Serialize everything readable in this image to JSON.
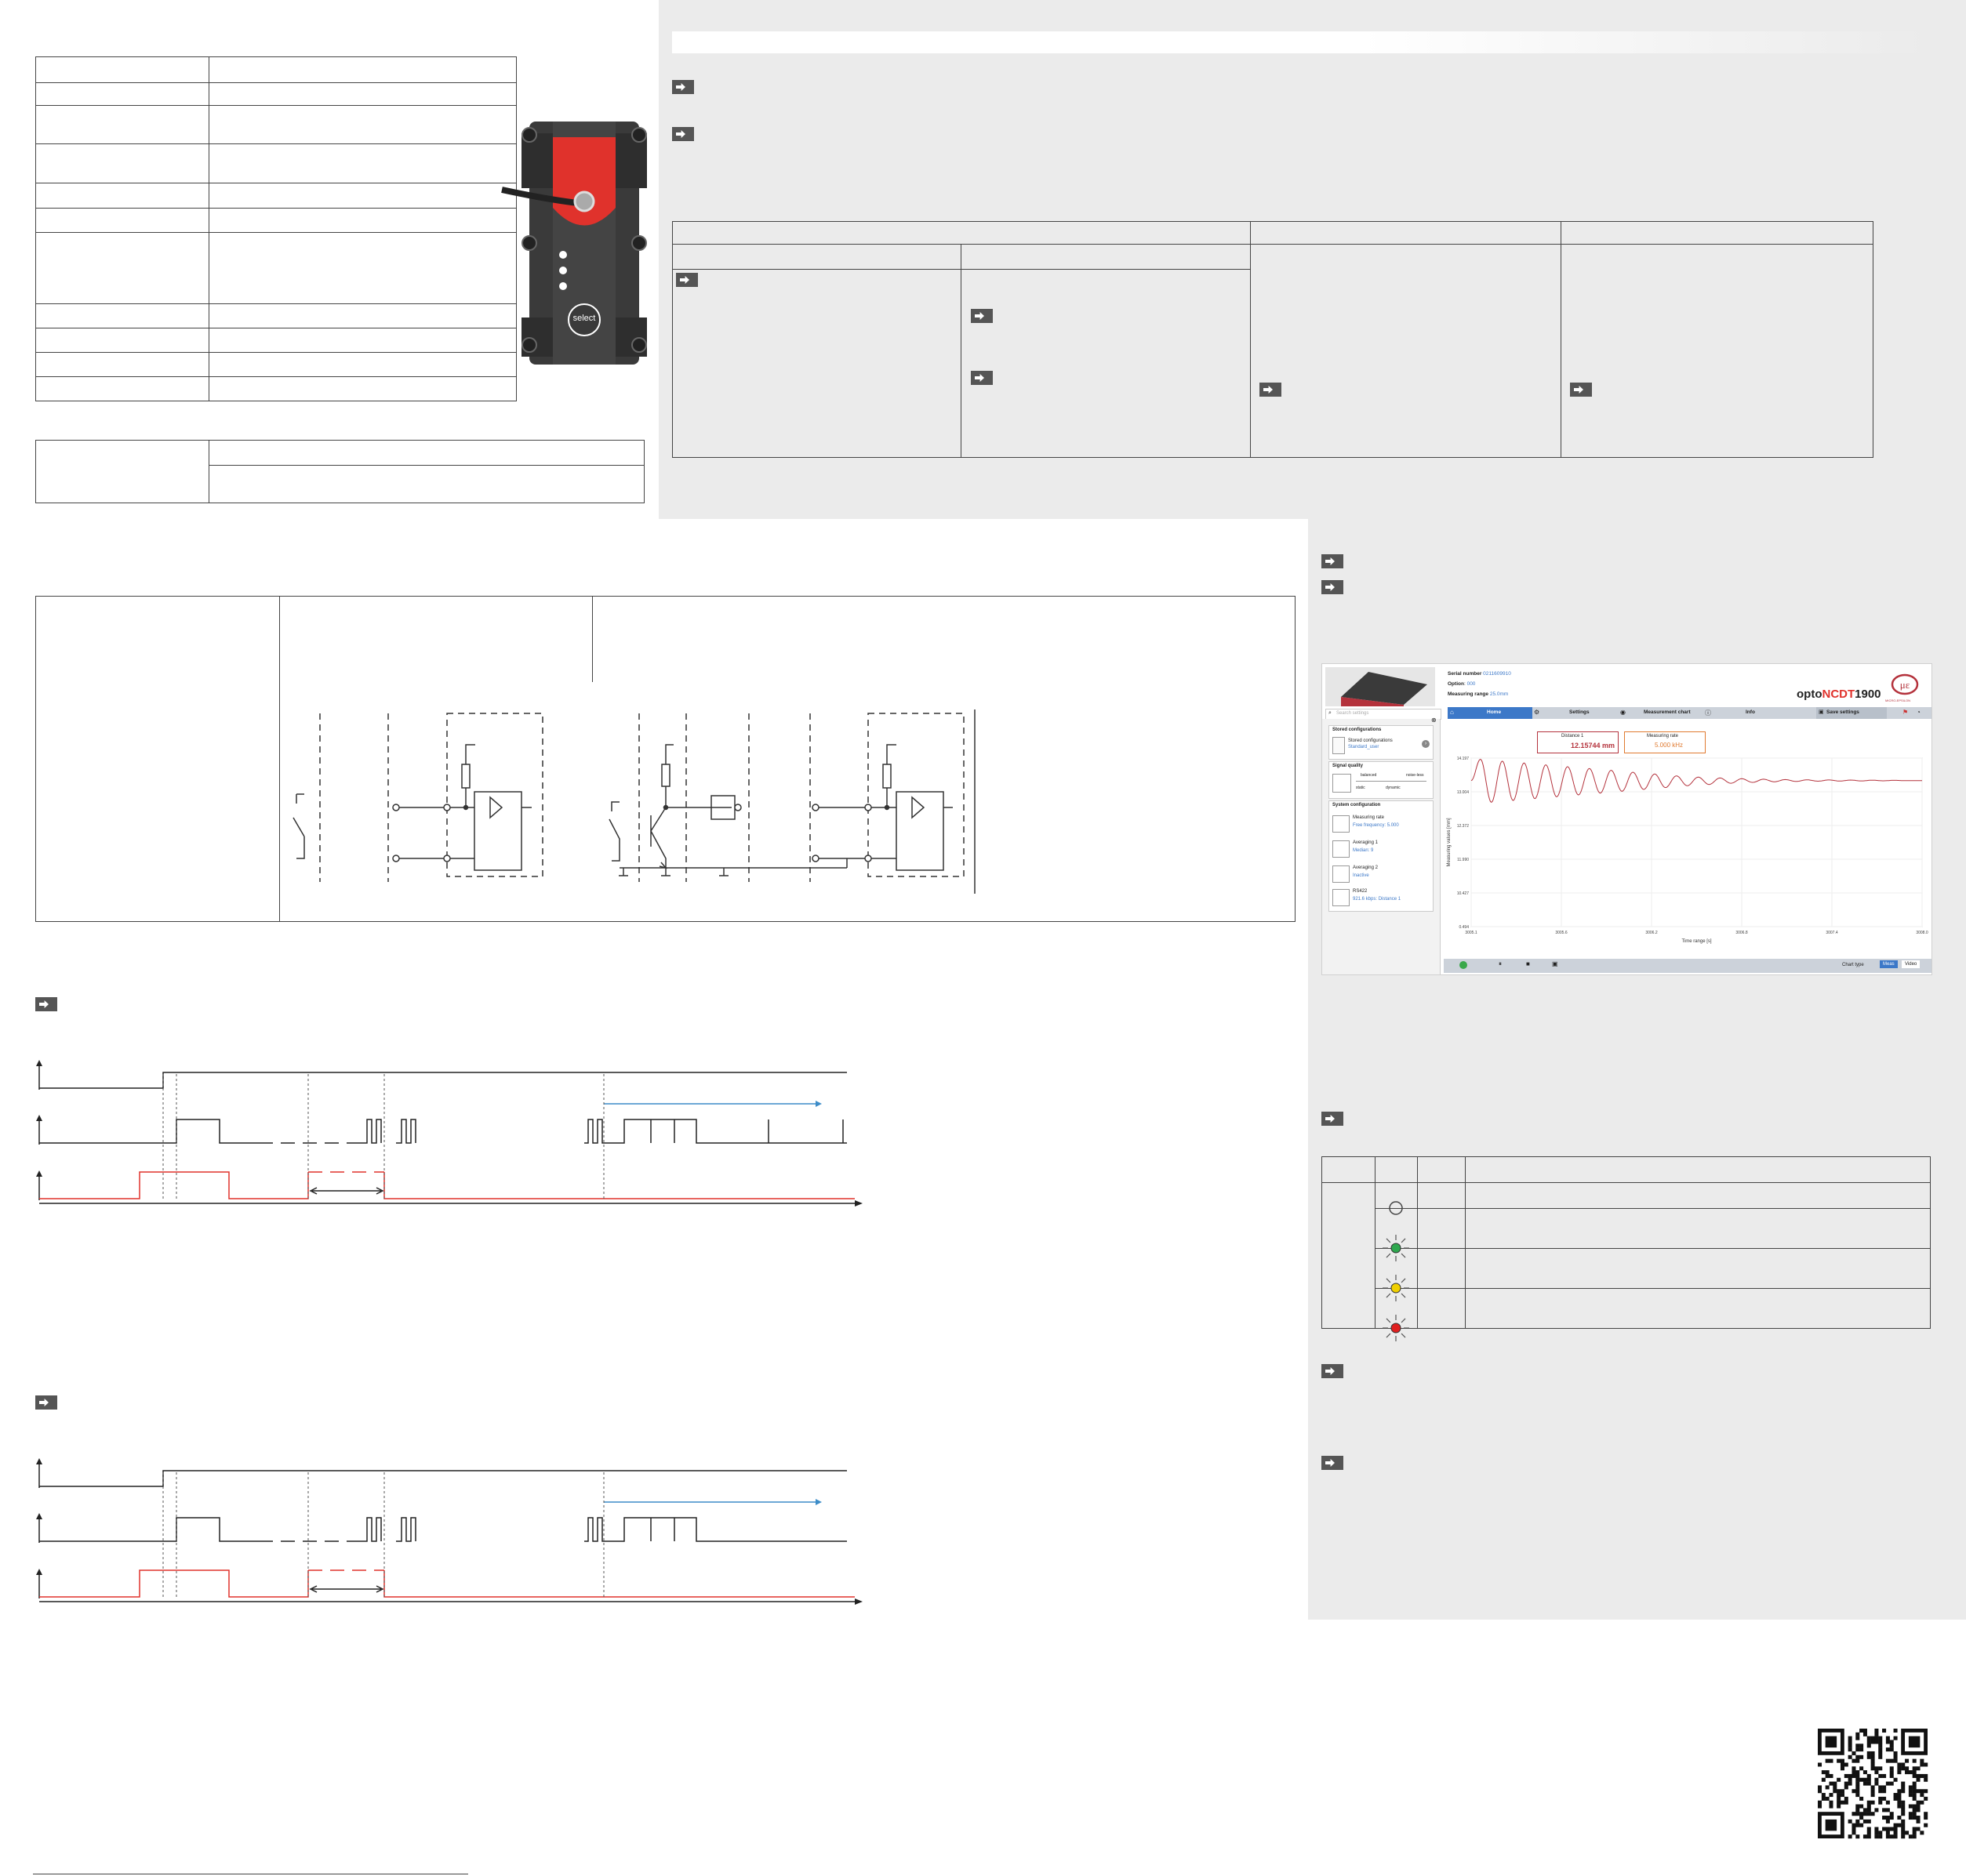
{
  "device": {
    "button_label": "select"
  },
  "software": {
    "serial_label": "Serial number",
    "serial_value": "0211609910",
    "option_label": "Option",
    "option_value": "000",
    "range_label": "Measuring range",
    "range_value": "25.0mm",
    "brand_prefix": "opto",
    "brand_mid": "NCDT",
    "brand_suffix": "1900",
    "company": "MICRO-EPSILON",
    "search_placeholder": "Search settings",
    "tabs": [
      "Home",
      "Settings",
      "Measurement chart",
      "Info"
    ],
    "save_label": "Save settings",
    "stored_title": "Stored configurations",
    "stored_item": "Stored configurations",
    "stored_value": "Standard_user",
    "signal_title": "Signal quality",
    "signal_balanced": "balanced",
    "signal_noise": "noise-less",
    "signal_static": "static",
    "signal_dynamic": "dynamic",
    "system_title": "System configuration",
    "sys_items": [
      {
        "label": "Measuring rate",
        "value": "Free frequency: 5.000"
      },
      {
        "label": "Averaging 1",
        "value": "Median: 9"
      },
      {
        "label": "Averaging 2",
        "value": "Inactive"
      },
      {
        "label": "RS422",
        "value": "921.6 kbps: Distance 1"
      }
    ],
    "dist_label": "Distance 1",
    "dist_value": "12.15744 mm",
    "rate_label": "Measuring rate",
    "rate_value": "5.000 kHz",
    "chart_type_label": "Chart type",
    "chart_type_opts": [
      "Meas",
      "Video"
    ]
  },
  "chart_data": {
    "type": "line",
    "title": "",
    "xlabel": "Time range [s]",
    "ylabel": "Measuring values [mm]",
    "xlim": [
      3005.1,
      3008.0
    ],
    "ylim": [
      0.494,
      14.197
    ],
    "xticks": [
      "3005.1",
      "3005.6",
      "3006.2",
      "3006.8",
      "3007.4",
      "3008.0"
    ],
    "yticks": [
      "14.197",
      "13.004",
      "12.372",
      "11.990",
      "10.427",
      "0.494"
    ],
    "series": [
      {
        "values_description": null,
        "x": [
          3005.1,
          3005.16,
          3005.23,
          3005.3,
          3005.37,
          3005.44,
          3005.51,
          3005.58,
          3005.65,
          3005.72,
          3005.79,
          3005.86,
          3005.93,
          3006.0,
          3006.07,
          3006.14,
          3006.21,
          3006.28,
          3006.35,
          3006.42,
          3006.49,
          3006.56,
          3006.63,
          3006.7,
          3006.77,
          3006.84,
          3006.91,
          3006.98,
          3007.05,
          3007.12,
          3007.19,
          3007.26,
          3007.33,
          3007.4,
          3007.47,
          3007.54,
          3007.61,
          3007.68,
          3007.75,
          3007.82,
          3007.89,
          3008.0
        ],
        "y": [
          12.37,
          14.1,
          10.6,
          13.95,
          10.75,
          13.8,
          10.9,
          13.65,
          11.05,
          13.5,
          11.2,
          13.35,
          11.35,
          13.2,
          11.5,
          13.05,
          11.65,
          12.9,
          11.8,
          12.75,
          11.95,
          12.65,
          12.05,
          12.58,
          12.15,
          12.52,
          12.22,
          12.48,
          12.27,
          12.45,
          12.3,
          12.43,
          12.32,
          12.42,
          12.33,
          12.41,
          12.34,
          12.4,
          12.35,
          12.39,
          12.36,
          12.37
        ]
      }
    ],
    "colors": {
      "line": "#b4323c"
    }
  },
  "led_table": {
    "rows": [
      {
        "color": "off"
      },
      {
        "color": "#2fa84f"
      },
      {
        "color": "#f0d000"
      },
      {
        "color": "#e02020"
      }
    ]
  }
}
